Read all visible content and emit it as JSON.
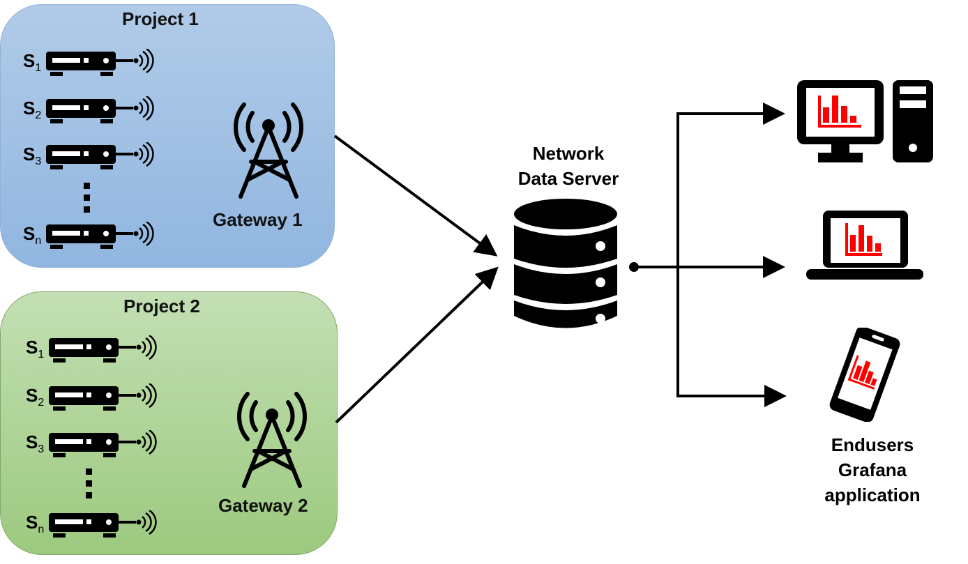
{
  "projects": [
    {
      "title": "Project 1",
      "fill_color": "#a5c2e6",
      "sensors": [
        {
          "label": "S",
          "sub": "1"
        },
        {
          "label": "S",
          "sub": "2"
        },
        {
          "label": "S",
          "sub": "3"
        },
        {
          "label": "S",
          "sub": "n"
        }
      ],
      "gateway_label": "Gateway 1"
    },
    {
      "title": "Project 2",
      "fill_color": "#b0d69a",
      "sensors": [
        {
          "label": "S",
          "sub": "1"
        },
        {
          "label": "S",
          "sub": "2"
        },
        {
          "label": "S",
          "sub": "3"
        },
        {
          "label": "S",
          "sub": "n"
        }
      ],
      "gateway_label": "Gateway 2"
    }
  ],
  "server": {
    "line1": "Network",
    "line2": "Data Server"
  },
  "endusers": {
    "devices": [
      "desktop-computer",
      "laptop",
      "smartphone"
    ],
    "chart_color": "#ff0000",
    "line1": "Endusers",
    "line2": "Grafana",
    "line3": "application"
  }
}
